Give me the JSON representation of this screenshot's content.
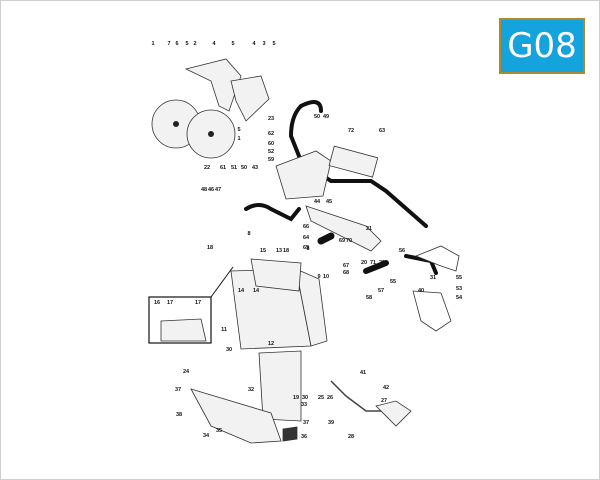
{
  "badge": {
    "label": "G08",
    "background": "#14a3dc",
    "border": "#b08a2a"
  },
  "callouts": [
    "1",
    "7",
    "6",
    "5",
    "2",
    "4",
    "5",
    "4",
    "3",
    "5",
    "5",
    "1",
    "23",
    "50",
    "49",
    "72",
    "63",
    "62",
    "60",
    "52",
    "59",
    "22",
    "48",
    "46",
    "47",
    "61",
    "51",
    "50",
    "43",
    "44",
    "45",
    "66",
    "64",
    "65",
    "21",
    "69",
    "70",
    "8",
    "18",
    "15",
    "13",
    "18",
    "8",
    "9",
    "10",
    "67",
    "68",
    "20",
    "71",
    "29",
    "56",
    "55",
    "57",
    "58",
    "31",
    "40",
    "55",
    "53",
    "54",
    "16",
    "17",
    "17",
    "14",
    "14",
    "11",
    "12",
    "30",
    "24",
    "37",
    "38",
    "34",
    "35",
    "32",
    "19",
    "30",
    "25",
    "26",
    "41",
    "33",
    "37",
    "39",
    "42",
    "27",
    "28",
    "36"
  ]
}
